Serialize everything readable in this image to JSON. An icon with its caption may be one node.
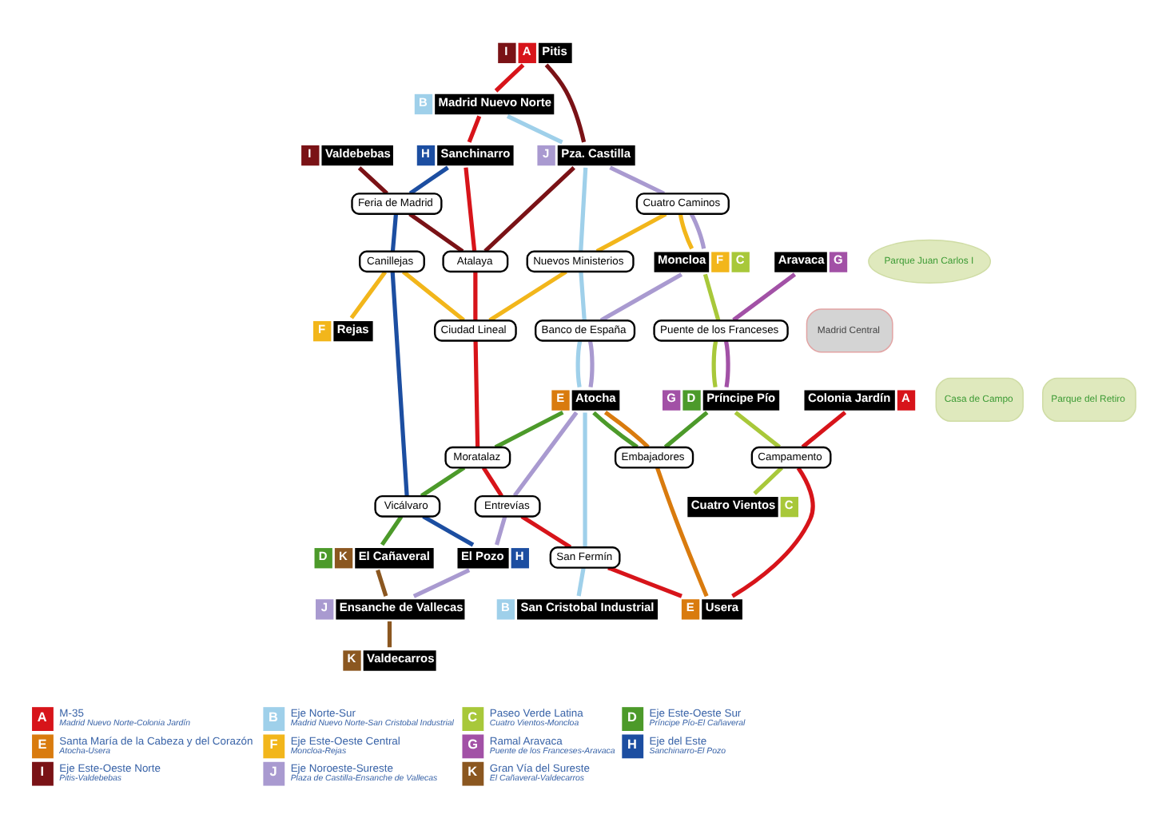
{
  "diagram": {
    "nodes": [
      {
        "text": [
          "B",
          "Madrid Nuevo Norte"
        ]
      },
      {
        "text": [
          "H",
          "Sanchinarro"
        ]
      },
      {
        "text": [
          "I",
          "Valdebebas"
        ]
      },
      {
        "text": [
          "I",
          "A",
          "Pitis"
        ]
      },
      {
        "text": [
          "Feria de Madrid"
        ]
      },
      {
        "text": [
          "Atalaya"
        ]
      },
      {
        "text": [
          "J",
          "Pza. Castilla"
        ]
      },
      {
        "text": [
          "Parque Juan Carlos I"
        ]
      },
      {
        "text": [
          "F",
          "Rejas"
        ]
      },
      {
        "text": [
          "Canillejas"
        ]
      },
      {
        "text": [
          "Cuatro Caminos"
        ]
      },
      {
        "text": [
          "Nuevos Ministerios"
        ]
      },
      {
        "text": [
          "Ciudad Lineal"
        ]
      },
      {
        "text": [
          "Moncloa",
          "F",
          "C"
        ]
      },
      {
        "text": [
          "Aravaca",
          "G"
        ]
      },
      {
        "text": [
          "Puente de los Franceses"
        ]
      },
      {
        "text": [
          "Madrid Central"
        ]
      },
      {
        "text": [
          "Casa de Campo"
        ]
      },
      {
        "text": [
          "Banco de España"
        ]
      },
      {
        "text": [
          "G",
          "D",
          "Príncipe Pío"
        ]
      },
      {
        "text": [
          "Parque del Retiro"
        ]
      },
      {
        "text": [
          "Moratalaz"
        ]
      },
      {
        "text": [
          "Vicálvaro"
        ]
      },
      {
        "text": [
          "E",
          "Atocha"
        ]
      },
      {
        "text": [
          "D",
          "K",
          "El Cañaveral"
        ]
      },
      {
        "text": [
          "Embajadores"
        ]
      },
      {
        "text": [
          "Colonia Jardín",
          "A"
        ]
      },
      {
        "text": [
          "Campamento"
        ]
      },
      {
        "text": [
          "Entrevías"
        ]
      },
      {
        "text": [
          "Cuatro Vientos",
          "C"
        ]
      },
      {
        "text": [
          "El Pozo",
          "H"
        ]
      },
      {
        "text": [
          "E",
          "Usera"
        ]
      },
      {
        "text": [
          "San Fermín"
        ]
      },
      {
        "text": [
          "J",
          "Ensanche de Vallecas"
        ]
      },
      {
        "text": [
          "K",
          "Valdecarros"
        ]
      },
      {
        "text": [
          "B",
          "San Cristobal Industrial"
        ]
      }
    ],
    "edges": [
      {
        "from": 3,
        "to": 0,
        "arrow": "none",
        "color": "#d7141a"
      },
      {
        "from": 0,
        "to": 1,
        "arrow": "none",
        "color": "#d7141a"
      },
      {
        "from": 1,
        "to": 5,
        "arrow": "none",
        "color": "#d7141a"
      },
      {
        "from": 5,
        "to": 12,
        "arrow": "none",
        "color": "#d7141a"
      },
      {
        "from": 12,
        "to": 21,
        "arrow": "none",
        "color": "#d7141a"
      },
      {
        "from": 21,
        "to": 28,
        "arrow": "none",
        "color": "#d7141a"
      },
      {
        "from": 28,
        "to": 32,
        "arrow": "none",
        "color": "#d7141a"
      },
      {
        "from": 32,
        "to": 31,
        "arrow": "none",
        "color": "#d7141a"
      },
      {
        "from": 27,
        "to": 31,
        "arrow": "none",
        "color": "#d7141a"
      },
      {
        "from": 26,
        "to": 27,
        "arrow": "none",
        "color": "#d7141a"
      },
      {
        "from": 0,
        "to": 6,
        "arrow": "none",
        "color": "#9fd0ea"
      },
      {
        "from": 6,
        "to": 11,
        "arrow": "none",
        "color": "#9fd0ea"
      },
      {
        "from": 11,
        "to": 18,
        "arrow": "none",
        "color": "#9fd0ea"
      },
      {
        "from": 18,
        "to": 23,
        "arrow": "none",
        "color": "#9fd0ea"
      },
      {
        "from": 23,
        "to": 32,
        "arrow": "none",
        "color": "#9fd0ea"
      },
      {
        "from": 32,
        "to": 35,
        "arrow": "none",
        "color": "#9fd0ea"
      },
      {
        "from": 13,
        "to": 15,
        "arrow": "none",
        "color": "#a8c83a"
      },
      {
        "from": 15,
        "to": 19,
        "arrow": "none",
        "color": "#a8c83a"
      },
      {
        "from": 19,
        "to": 27,
        "arrow": "none",
        "color": "#a8c83a"
      },
      {
        "from": 27,
        "to": 29,
        "arrow": "none",
        "color": "#a8c83a"
      },
      {
        "from": 19,
        "to": 25,
        "arrow": "none",
        "color": "#4c9a2a"
      },
      {
        "from": 23,
        "to": 25,
        "arrow": "none",
        "color": "#4c9a2a"
      },
      {
        "from": 23,
        "to": 21,
        "arrow": "none",
        "color": "#4c9a2a"
      },
      {
        "from": 21,
        "to": 22,
        "arrow": "none",
        "color": "#4c9a2a"
      },
      {
        "from": 22,
        "to": 24,
        "arrow": "none",
        "color": "#4c9a2a"
      },
      {
        "from": 23,
        "to": 25,
        "arrow": "none",
        "color": "#d97b0e"
      },
      {
        "from": 25,
        "to": 31,
        "arrow": "none",
        "color": "#d97b0e"
      },
      {
        "from": 10,
        "to": 13,
        "arrow": "none",
        "color": "#f2b61b"
      },
      {
        "from": 10,
        "to": 11,
        "arrow": "none",
        "color": "#f2b61b"
      },
      {
        "from": 11,
        "to": 12,
        "arrow": "none",
        "color": "#f2b61b"
      },
      {
        "from": 9,
        "to": 12,
        "arrow": "none",
        "color": "#f2b61b"
      },
      {
        "from": 9,
        "to": 8,
        "arrow": "none",
        "color": "#f2b61b"
      },
      {
        "from": 14,
        "to": 15,
        "arrow": "none",
        "color": "#a251a6"
      },
      {
        "from": 15,
        "to": 19,
        "arrow": "none",
        "color": "#a251a6"
      },
      {
        "from": 1,
        "to": 4,
        "arrow": "none",
        "color": "#1c4ea1"
      },
      {
        "from": 4,
        "to": 9,
        "arrow": "none",
        "color": "#1c4ea1"
      },
      {
        "from": 9,
        "to": 22,
        "arrow": "none",
        "color": "#1c4ea1"
      },
      {
        "from": 22,
        "to": 30,
        "arrow": "none",
        "color": "#1c4ea1"
      },
      {
        "from": 3,
        "to": 6,
        "arrow": "none",
        "color": "#7a1216"
      },
      {
        "from": 6,
        "to": 5,
        "arrow": "none",
        "color": "#7a1216"
      },
      {
        "from": 4,
        "to": 5,
        "arrow": "none",
        "color": "#7a1216"
      },
      {
        "from": 2,
        "to": 4,
        "arrow": "none",
        "color": "#7a1216"
      },
      {
        "from": 6,
        "to": 10,
        "arrow": "none",
        "color": "#a99ad0"
      },
      {
        "from": 10,
        "to": 13,
        "arrow": "none",
        "color": "#a99ad0"
      },
      {
        "from": 13,
        "to": 18,
        "arrow": "none",
        "color": "#a99ad0"
      },
      {
        "from": 18,
        "to": 23,
        "arrow": "none",
        "color": "#a99ad0"
      },
      {
        "from": 23,
        "to": 28,
        "arrow": "none",
        "color": "#a99ad0"
      },
      {
        "from": 28,
        "to": 30,
        "arrow": "none",
        "color": "#a99ad0"
      },
      {
        "from": 30,
        "to": 33,
        "arrow": "none",
        "color": "#a99ad0"
      },
      {
        "from": 24,
        "to": 33,
        "arrow": "none",
        "color": "#8b5720"
      },
      {
        "from": 33,
        "to": 34,
        "arrow": "none",
        "color": "#8b5720"
      }
    ],
    "labels": [
      "A",
      "Madrid Nuevo Norte-Colonia Jardín",
      "B",
      "Madrid Nuevo Norte-San Cristobal Industrial",
      "C",
      "Cuatro Vientos-Moncloa",
      "D",
      "Príncipe Pío-El Cañaveral",
      "E",
      "Atocha-Usera",
      "F",
      "Moncloa-Rejas",
      "G",
      "Puente de los Franceses-Aravaca",
      "H",
      "Sanchinarro-El Pozo",
      "I",
      "Pitis-Valdebebas",
      "J",
      "Plaza de Castilla-Ensanche de Vallecas",
      "K",
      "El Cañaveral-Valdecarros"
    ],
    "legend": [
      {
        "text": "M-35",
        "color": "#d7141a"
      },
      {
        "text": "Eje Norte-Sur",
        "color": "#9fd0ea"
      },
      {
        "text": "Paseo Verde Latina",
        "color": "#a8c83a"
      },
      {
        "text": "Eje Este-Oeste Sur",
        "color": "#4c9a2a"
      },
      {
        "text": "Santa María de la Cabeza y del Corazón",
        "color": "#d97b0e"
      },
      {
        "text": "Eje Este-Oeste Central",
        "color": "#f2b61b"
      },
      {
        "text": "Ramal Aravaca",
        "color": "#a251a6"
      },
      {
        "text": "Eje del Este",
        "color": "#1c4ea1"
      },
      {
        "text": "Eje Este-Oeste Norte",
        "color": "#7a1216"
      },
      {
        "text": "Eje Noroeste-Sureste",
        "color": "#a99ad0"
      },
      {
        "text": "Gran Vía del Sureste",
        "color": "#8b5720"
      }
    ]
  }
}
